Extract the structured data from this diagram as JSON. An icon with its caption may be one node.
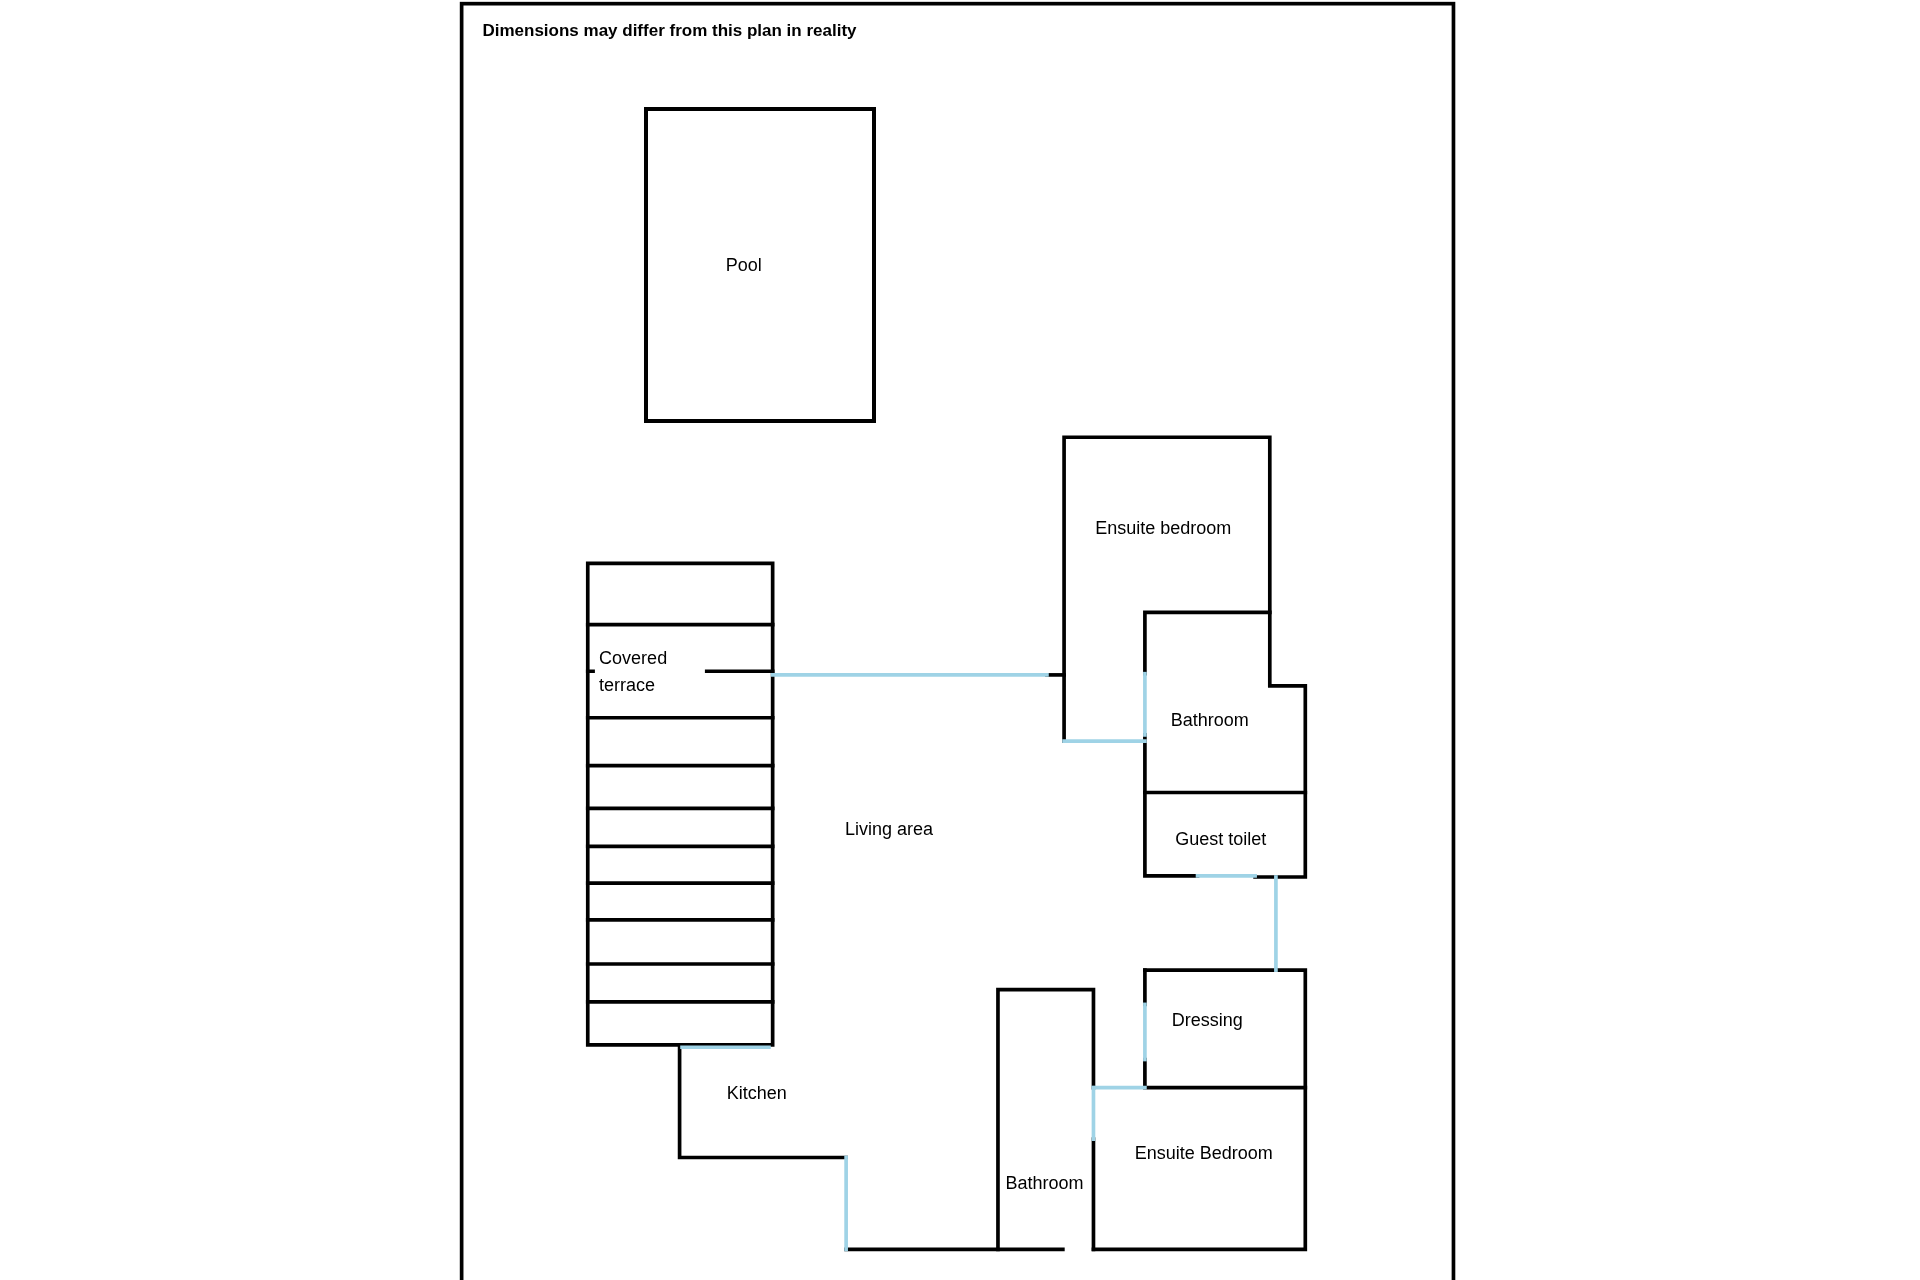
{
  "diagram": {
    "nodes": [
      {
        "text": [
          "Pool"
        ]
      },
      {
        "text": [
          "Covered terrace"
        ]
      },
      {
        "text": [
          "Living area"
        ]
      },
      {
        "text": [
          "Ensuite bedroom"
        ]
      },
      {
        "text": [
          "Bathroom"
        ]
      },
      {
        "text": [
          "Guest toilet"
        ]
      },
      {
        "text": [
          "Dressing"
        ]
      },
      {
        "text": [
          "Kitchen"
        ]
      },
      {
        "text": [
          "Bathroom"
        ]
      },
      {
        "text": [
          "Ensuite Bedroom"
        ]
      }
    ],
    "labels": [
      "Dimensions may differ from this plan in reality"
    ]
  }
}
